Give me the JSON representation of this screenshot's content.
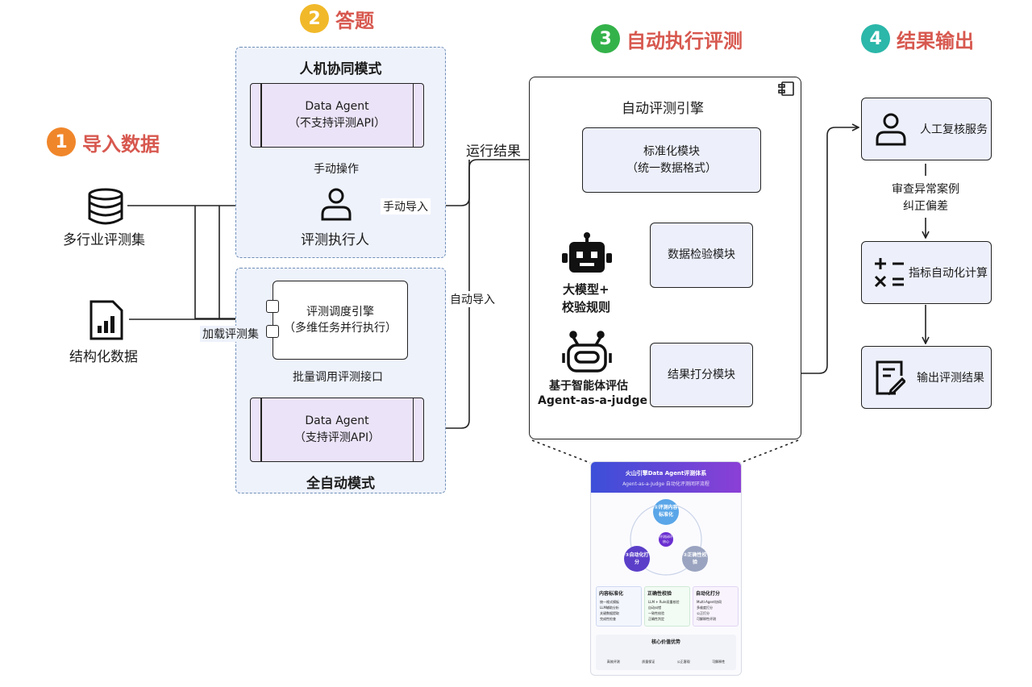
{
  "colors": {
    "step1": "#f0862a",
    "step2": "#f1b92a",
    "step3": "#34b24a",
    "step4": "#2bb7a9",
    "title_red": "#d7584f",
    "zone_bg": "#eef2fb",
    "zone_border": "#6f8fb8",
    "box_fill": "#edf0fb",
    "agent_fill": "#ebe3f7"
  },
  "steps": [
    {
      "num": "1",
      "label": "导入数据"
    },
    {
      "num": "2",
      "label": "答题"
    },
    {
      "num": "3",
      "label": "自动执行评测"
    },
    {
      "num": "4",
      "label": "结果输出"
    }
  ],
  "inputs": {
    "dataset": "多行业评测集",
    "structured": "结构化数据"
  },
  "answer": {
    "human_mode_title": "人机协同模式",
    "agent_nosupport": {
      "line1": "Data Agent",
      "line2": "（不支持评测API）"
    },
    "manual_op": "手动操作",
    "executor": "评测执行人",
    "manual_import": "手动导入",
    "auto_mode_title": "全自动模式",
    "scheduler": {
      "line1": "评测调度引擎",
      "line2": "（多维任务并行执行）"
    },
    "load_set": "加载评测集",
    "batch_call": "批量调用评测接口",
    "agent_support": {
      "line1": "Data Agent",
      "line2": "（支持评测API）"
    }
  },
  "flow": {
    "run_result": "运行结果",
    "auto_import": "自动导入"
  },
  "engine": {
    "title": "自动评测引擎",
    "normalize": {
      "line1": "标准化模块",
      "line2": "（统一数据格式）"
    },
    "check": "数据检验模块",
    "llm": {
      "line1": "大模型+",
      "line2": "校验规则"
    },
    "score": "结果打分模块",
    "judge": {
      "line1": "基于智能体评估",
      "line2": "Agent-as-a-judge"
    }
  },
  "output": {
    "review": "人工复核服务",
    "review_note": {
      "line1": "审查异常案例",
      "line2": "纠正偏差"
    },
    "metrics": "指标自动化计算",
    "result": "输出评测结果"
  },
  "thumbnail": {
    "title": "火山引擎Data Agent评测体系",
    "subtitle": "Agent-as-a-Judge 自动化评测闭环流程",
    "nodes": [
      "①评测内容标准化",
      "②正确性校验",
      "③自动化打分"
    ],
    "center": "评测闭环核心",
    "cards": [
      {
        "title": "内容标准化",
        "items": [
          "统一格式模板",
          "LLM辅助分析",
          "关键数据提取",
          "完成性检查"
        ]
      },
      {
        "title": "正确性校验",
        "items": [
          "LLM + Rule双重校验",
          "自动纠错",
          "一致性校验",
          "正确性判定"
        ]
      },
      {
        "title": "自动化打分",
        "items": [
          "Multi-Agent协同",
          "多维度打分",
          "公正打分",
          "可解释性评测"
        ]
      }
    ],
    "value_title": "核心价值优势",
    "values": [
      "高效评测",
      "质量保证",
      "公正客观",
      "可解释性"
    ]
  }
}
